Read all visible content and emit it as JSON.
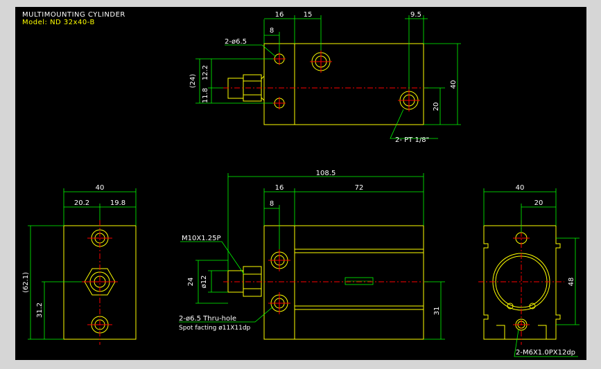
{
  "header": {
    "title": "MULTIMOUNTING CYLINDER",
    "model": "Model: ND 32x40-B"
  },
  "dims": {
    "d16a": "16",
    "d15": "15",
    "d9_5": "9.5",
    "d8a": "8",
    "hole_a": "2-ø6.5",
    "d12_2": "12.2",
    "d24p": "(24)",
    "d11_8": "11.8",
    "d40r": "40",
    "d20r": "20",
    "port": "2- PT 1/8\"",
    "d108_5": "108.5",
    "d16b": "16",
    "d72": "72",
    "d8b": "8",
    "thread": "M10X1.25P",
    "d24": "24",
    "dphi12": "ø12",
    "hole_b": "2-ø6.5 Thru-hole",
    "spot": "Spot facting  ø11X11dp",
    "d31": "31",
    "d40l": "40",
    "d20_2": "20.2",
    "d19_8": "19.8",
    "d62_1": "(62.1)",
    "d31_2": "31.2",
    "d40re": "40",
    "d20re": "20",
    "d48": "48",
    "tap": "2-M6X1.0PX12dp"
  },
  "colors": {
    "background": "#000000",
    "outline": "#ffff00",
    "dimension": "#00ff00",
    "centerline": "#ff0000",
    "text_white": "#ffffff"
  }
}
